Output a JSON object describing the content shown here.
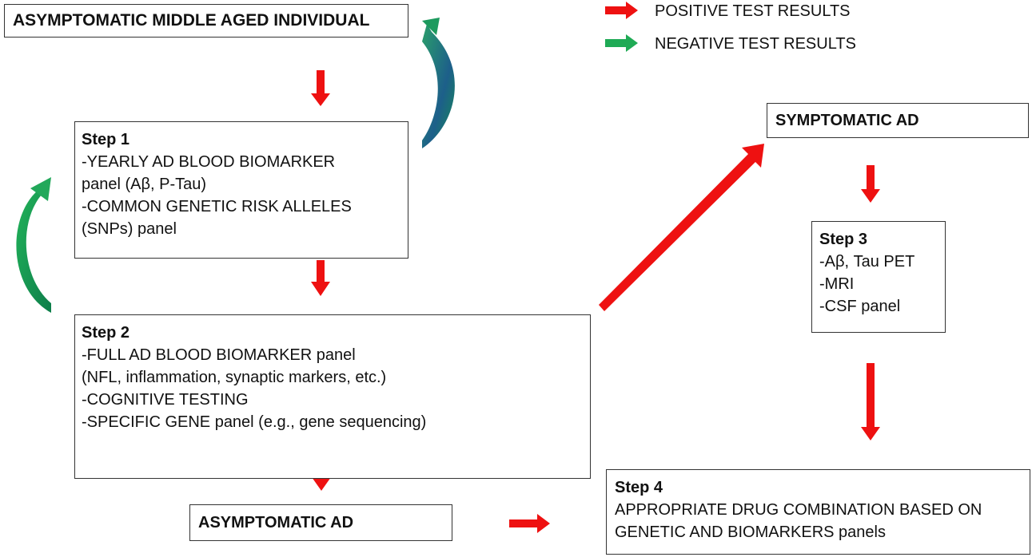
{
  "legend": {
    "positive": "POSITIVE TEST RESULTS",
    "negative": "NEGATIVE TEST RESULTS",
    "positive_color": "#ee1111",
    "negative_color": "#1faa55"
  },
  "boxes": {
    "asymptomatic_middle_aged": {
      "title": "ASYMPTOMATIC MIDDLE AGED INDIVIDUAL"
    },
    "step1": {
      "title": "Step 1",
      "lines": [
        "-YEARLY AD BLOOD BIOMARKER",
        "panel (Aβ, P-Tau)",
        "-COMMON GENETIC RISK ALLELES",
        "(SNPs) panel"
      ]
    },
    "step2": {
      "title": "Step 2",
      "lines": [
        "-FULL AD BLOOD BIOMARKER panel",
        "(NFL, inflammation, synaptic markers, etc.)",
        "-COGNITIVE TESTING",
        "-SPECIFIC GENE panel (e.g., gene sequencing)"
      ]
    },
    "asymptomatic_ad": {
      "title": "ASYMPTOMATIC AD"
    },
    "symptomatic_ad": {
      "title": "SYMPTOMATIC AD"
    },
    "step3": {
      "title": "Step 3",
      "lines": [
        "-Aβ, Tau PET",
        "-MRI",
        "-CSF panel"
      ]
    },
    "step4": {
      "title": "Step 4",
      "lines": [
        "APPROPRIATE DRUG COMBINATION BASED ON",
        "GENETIC AND BIOMARKERS panels"
      ]
    }
  }
}
